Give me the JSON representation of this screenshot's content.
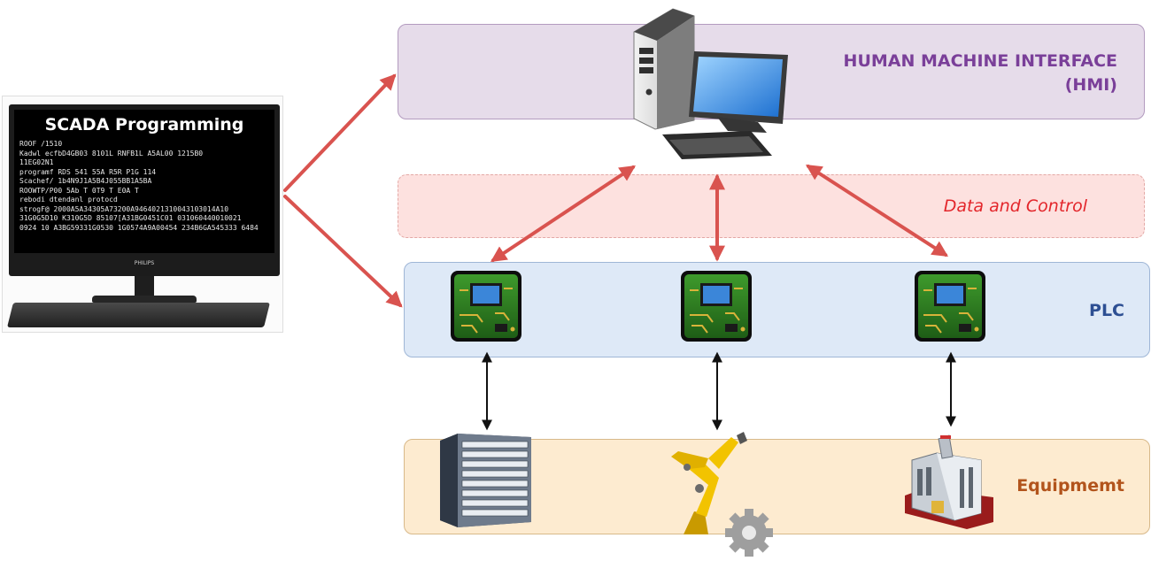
{
  "monitor": {
    "title": "SCADA Programming",
    "code_lines": [
      "ROOF /1510",
      "Kadwl ecfbD4GB03 8101L RNFB1L A5AL00 1215B0",
      "11EG02N1",
      "programf RDS 541 55A R5R P1G 114",
      "Scachef/ 1b4N9J1A5B4J055BB1A5BA",
      "ROOWTP/P00 5Ab T 0T9 T E0A T",
      "rebodi dtendanl protocd",
      "strogF@ 2000A5A34305A73200A9464021310043103014A10",
      "31G0G5D10 K310G5D 85107[A31BG0451C01 031060440010021",
      "0924 10 A3BG59331G0530 1G0574A9A00454 234B6GA545333 6484"
    ],
    "brand": "PHILIPS"
  },
  "layers": {
    "hmi": "HUMAN MACHINE INTERFACE\n(HMI)",
    "data_control": "Data and Control",
    "plc": "PLC",
    "equipment": "Equipmemt"
  },
  "icons": {
    "hmi": "desktop-computer-icon",
    "plc": "circuit-board-chip-icon",
    "equipment": [
      "server-rack-icon",
      "robot-arm-gear-icon",
      "factory-icon"
    ]
  },
  "colors": {
    "hmi_fill": "#e6dcea",
    "data_control_fill": "#fde1df",
    "plc_fill": "#dee9f7",
    "equipment_fill": "#fdebd0",
    "red_arrow": "#d9534f",
    "black_arrow": "#111111"
  }
}
